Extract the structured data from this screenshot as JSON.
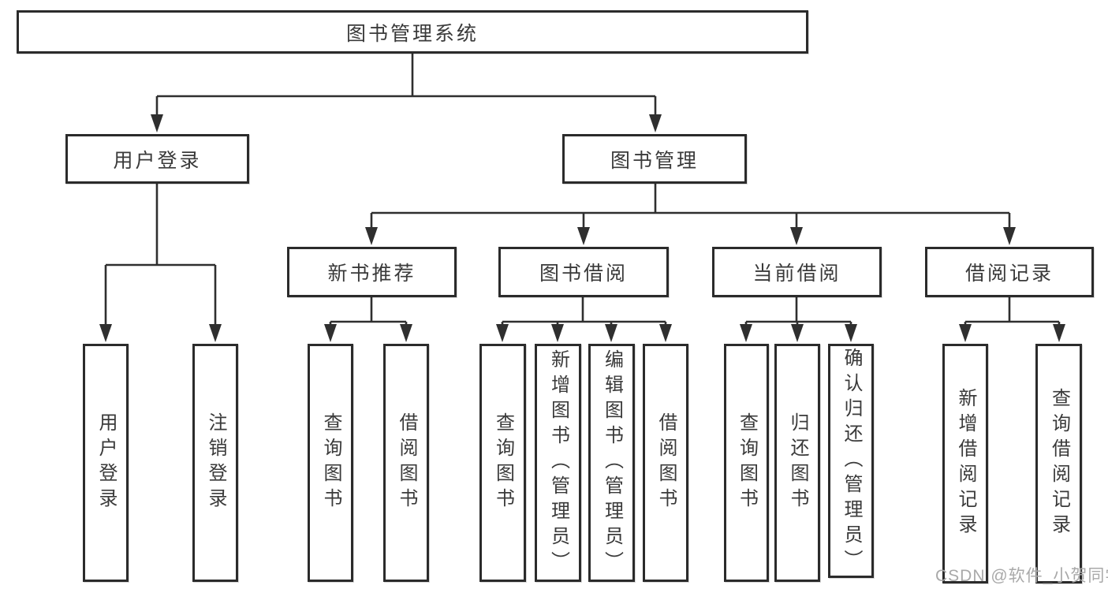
{
  "diagram_title": "图书管理系统",
  "colors": {
    "box_border": "#2b2b2b",
    "connector_line": "#2f2f2f",
    "text": "#3a3a3a",
    "watermark": "#a9a9a9",
    "background": "#ffffff"
  },
  "tree": {
    "root": {
      "label": "图书管理系统",
      "children": [
        {
          "label": "用户登录",
          "children": [
            {
              "label": "用户登录"
            },
            {
              "label": "注销登录"
            }
          ]
        },
        {
          "label": "图书管理",
          "children": [
            {
              "label": "新书推荐",
              "children": [
                {
                  "label": "查询图书"
                },
                {
                  "label": "借阅图书"
                }
              ]
            },
            {
              "label": "图书借阅",
              "children": [
                {
                  "label": "查询图书"
                },
                {
                  "label": "新增图书（管理员）"
                },
                {
                  "label": "编辑图书（管理员）"
                },
                {
                  "label": "借阅图书"
                }
              ]
            },
            {
              "label": "当前借阅",
              "children": [
                {
                  "label": "查询图书"
                },
                {
                  "label": "归还图书"
                },
                {
                  "label": "确认归还（管理员）"
                }
              ]
            },
            {
              "label": "借阅记录",
              "children": [
                {
                  "label": "新增借阅记录"
                },
                {
                  "label": "查询借阅记录"
                }
              ]
            }
          ]
        }
      ]
    }
  },
  "watermark": {
    "text": "CSDN @软件_小贺同学"
  }
}
